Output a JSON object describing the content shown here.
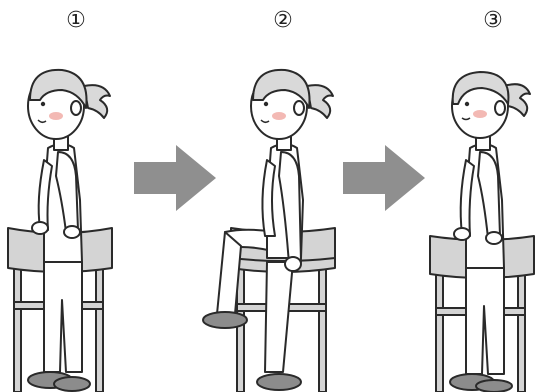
{
  "steps": [
    {
      "number": "①"
    },
    {
      "number": "②"
    },
    {
      "number": "③"
    }
  ],
  "colors": {
    "skin": "#ffffff",
    "hair": "#d9d9d9",
    "chair": "#d4d4d4",
    "shoe": "#8c8c8c",
    "arrow": "#8f8f8f",
    "blush": "#f3b9b4",
    "outline": "#2a2a2a"
  }
}
